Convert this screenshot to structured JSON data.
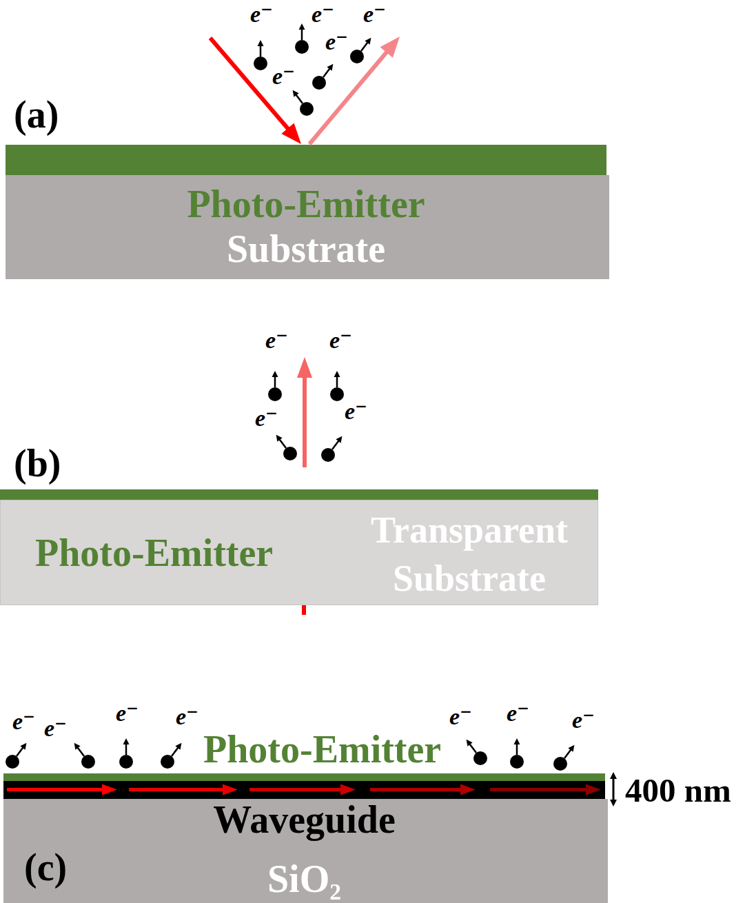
{
  "diagram": {
    "nodes": [
      {
        "text": [
          "Photo-Emitter",
          "Substrate"
        ]
      },
      {
        "text": [
          "Photo-Emitter",
          "Transparent Substrate"
        ]
      },
      {
        "text": [
          "Waveguide",
          "SiO₂"
        ]
      }
    ],
    "labels": [
      "(a)",
      "e⁻",
      "e⁻",
      "e⁻",
      "e⁻",
      "e⁻",
      "(b)",
      "e⁻",
      "e⁻",
      "e⁻",
      "e⁻",
      "(c)",
      "Photo-Emitter",
      "e⁻",
      "e⁻",
      "e⁻",
      "e⁻",
      "e⁻",
      "e⁻",
      "e⁻",
      "400 nm"
    ]
  }
}
